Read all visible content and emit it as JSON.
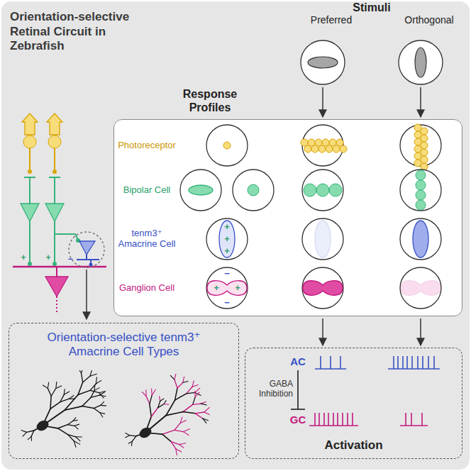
{
  "diagram": {
    "title": "Orientation-selective Retinal Circuit in Zebrafish",
    "nodes": [
      {
        "text": [
          "Preferred"
        ]
      },
      {
        "text": [
          "Orthogonal"
        ]
      },
      {
        "text": [
          "Response Profiles"
        ]
      },
      {
        "text": [
          "Orientation-selective tenm3⁺ Amacrine Cell Types"
        ]
      },
      {
        "text": [
          "Activation"
        ]
      }
    ],
    "edges": [
      {
        "from": 0,
        "to": 2,
        "arrow": "to"
      },
      {
        "from": 1,
        "to": 2,
        "arrow": "to"
      },
      {
        "from": 2,
        "to": 4,
        "arrow": "to"
      },
      {
        "from": 2,
        "to": 4,
        "arrow": "to"
      }
    ],
    "labels": [
      "Stimuli",
      "Photoreceptor",
      "Bipolar Cell",
      "tenm3⁺ Amacrine Cell",
      "Ganglion Cell",
      "+",
      "+",
      "+",
      "−",
      "+",
      "+",
      "−",
      "+",
      "+",
      "−",
      "AC",
      "GABA Inhibition",
      "GC"
    ]
  }
}
